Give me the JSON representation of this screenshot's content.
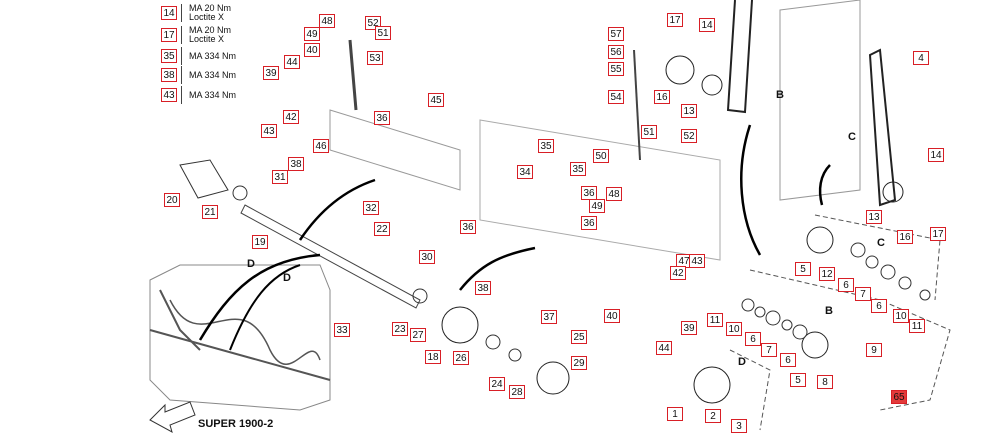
{
  "torque_table": [
    {
      "ref": "14",
      "line1": "MA 20 Nm",
      "line2": "Loctite X"
    },
    {
      "ref": "17",
      "line1": "MA 20 Nm",
      "line2": "Loctite X"
    },
    {
      "ref": "35",
      "line1": "MA 334 Nm",
      "line2": ""
    },
    {
      "ref": "38",
      "line1": "MA 334 Nm",
      "line2": ""
    },
    {
      "ref": "43",
      "line1": "MA 334 Nm",
      "line2": ""
    }
  ],
  "model_label": "SUPER 1900-2",
  "callouts": [
    "48",
    "49",
    "52",
    "40",
    "51",
    "44",
    "53",
    "39",
    "43",
    "42",
    "36",
    "46",
    "45",
    "35",
    "34",
    "38",
    "31",
    "20",
    "21",
    "19",
    "32",
    "22",
    "30",
    "33",
    "23",
    "27",
    "18",
    "26",
    "28",
    "24",
    "25",
    "29",
    "37",
    "40",
    "44",
    "39",
    "47",
    "42",
    "43",
    "50",
    "48",
    "49",
    "52",
    "51",
    "54",
    "55",
    "56",
    "57",
    "17",
    "14",
    "16",
    "13",
    "4",
    "14",
    "13",
    "16",
    "17",
    "5",
    "12",
    "6",
    "7",
    "6",
    "10",
    "11",
    "11",
    "10",
    "6",
    "7",
    "6",
    "5",
    "8",
    "9",
    "1",
    "2",
    "3",
    "65",
    "36",
    "36",
    "36",
    "38",
    "35"
  ],
  "section_letters": [
    "D",
    "D",
    "B",
    "C",
    "C",
    "B",
    "D"
  ],
  "colors": {
    "callout_border": "#d81f26",
    "callout_highlight": "#e23b3b",
    "line": "#333333"
  }
}
